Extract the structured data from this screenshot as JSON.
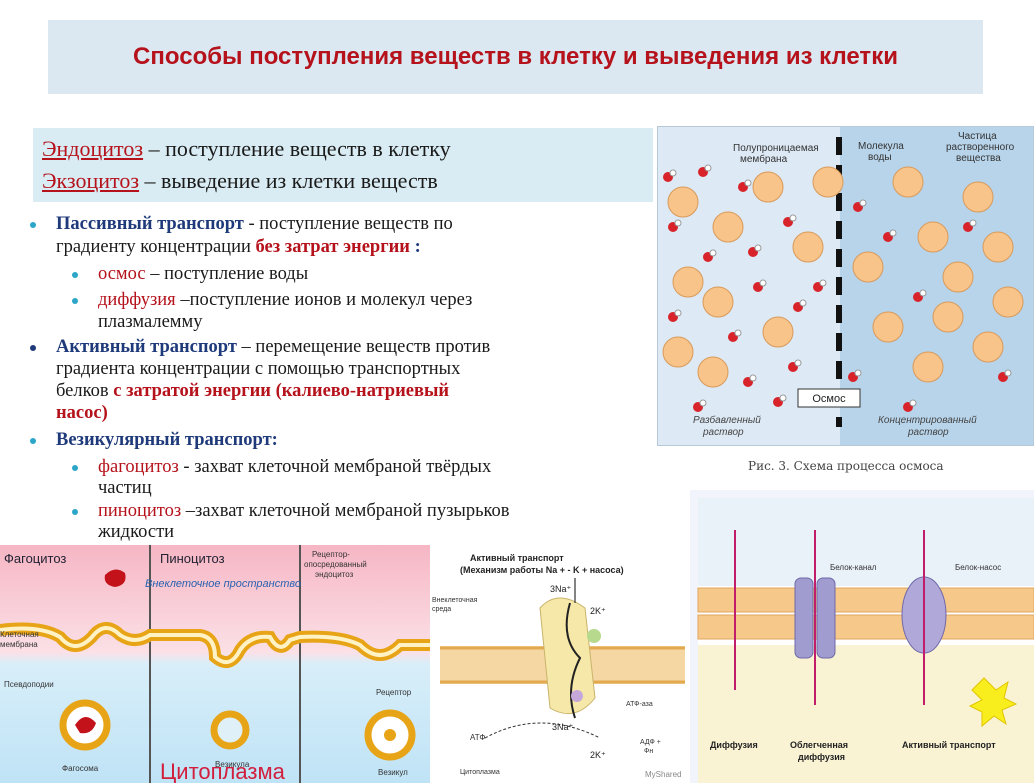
{
  "title": "Способы поступления веществ в клетку и выведения из клетки",
  "definitions": [
    {
      "term": "Эндоцитоз",
      "text": " – поступление веществ в клетку"
    },
    {
      "term": "Экзоцитоз",
      "text": " – выведение из клетки веществ"
    }
  ],
  "passive": {
    "head": "Пассивный транспорт",
    "text1": " - поступление  веществ по",
    "text2": "градиенту концентрации ",
    "emph": "без затрат энергии",
    "tail": " :",
    "items": [
      {
        "term": "осмос",
        "text": " – поступление  воды"
      },
      {
        "term": "диффузия",
        "text": " –поступление ионов и молекул через",
        "text2": "плазмалемму"
      }
    ]
  },
  "active": {
    "head": "Активный транспорт",
    "text1": " – перемещение веществ против",
    "text2": "градиента концентрации с помощью транспортных",
    "text3": "белков ",
    "emph1": "с затратой энергии (калиево-натриевый",
    "emph2": "насос)"
  },
  "vesicular": {
    "head": "Везикулярный транспорт:",
    "items": [
      {
        "term": "фагоцитоз",
        "text": " - захват клеточной мембраной  твёрдых",
        "text2": "частиц"
      },
      {
        "term": "пиноцитоз",
        "text": " –захват клеточной мембраной пузырьков",
        "text2": "жидкости"
      }
    ]
  },
  "osmosis_figure": {
    "label_membrane": [
      "Полупроницаемая",
      "мембрана"
    ],
    "label_water": [
      "Молекула",
      "воды"
    ],
    "label_particle": [
      "Частица",
      "растворенного",
      "вещества"
    ],
    "label_osmos": "Осмос",
    "label_dilute": [
      "Разбавленный",
      "раствор"
    ],
    "label_conc": [
      "Концентрированный",
      "раствор"
    ],
    "caption": "Рис. 3. Схема процесса осмоса"
  },
  "cyto_figure": {
    "phago": "Фагоцитоз",
    "pino": "Пиноцитоз",
    "extracell": "Внеклеточное пространство",
    "receptor_endo": [
      "Рецептор-",
      "опосредованный",
      "эндоцитоз"
    ],
    "cell_membrane": [
      "Клеточная",
      "мембрана"
    ],
    "pseudopodia": "Псевдоподии",
    "receptor": "Рецептор",
    "phagosome": "Фагосома",
    "vesicle1": "Везикула",
    "vesicle2": "Везикул",
    "cytoplasm": "Цитоплазма"
  },
  "pump_figure": {
    "title1": "Активный транспорт",
    "title2": "(Механизм работы Na + - K + насоса)",
    "extracell": [
      "Внеклеточная",
      "среда"
    ],
    "na_out": "3Na⁺",
    "k_in": "2K⁺",
    "atpase": "АТФ-аза",
    "atp": "АТФ",
    "na_in": "3Na⁺",
    "k_out": "2K⁺",
    "adp": [
      "АДФ +",
      "Фн"
    ],
    "cytoplasm": "Цитоплазма",
    "watermark": "MyShared"
  },
  "transport_figure": {
    "channel": "Белок-канал",
    "pump": "Белок-насос",
    "diffusion": "Диффузия",
    "facilitated": [
      "Облегченная",
      "диффузия"
    ],
    "active": "Активный транспорт"
  }
}
